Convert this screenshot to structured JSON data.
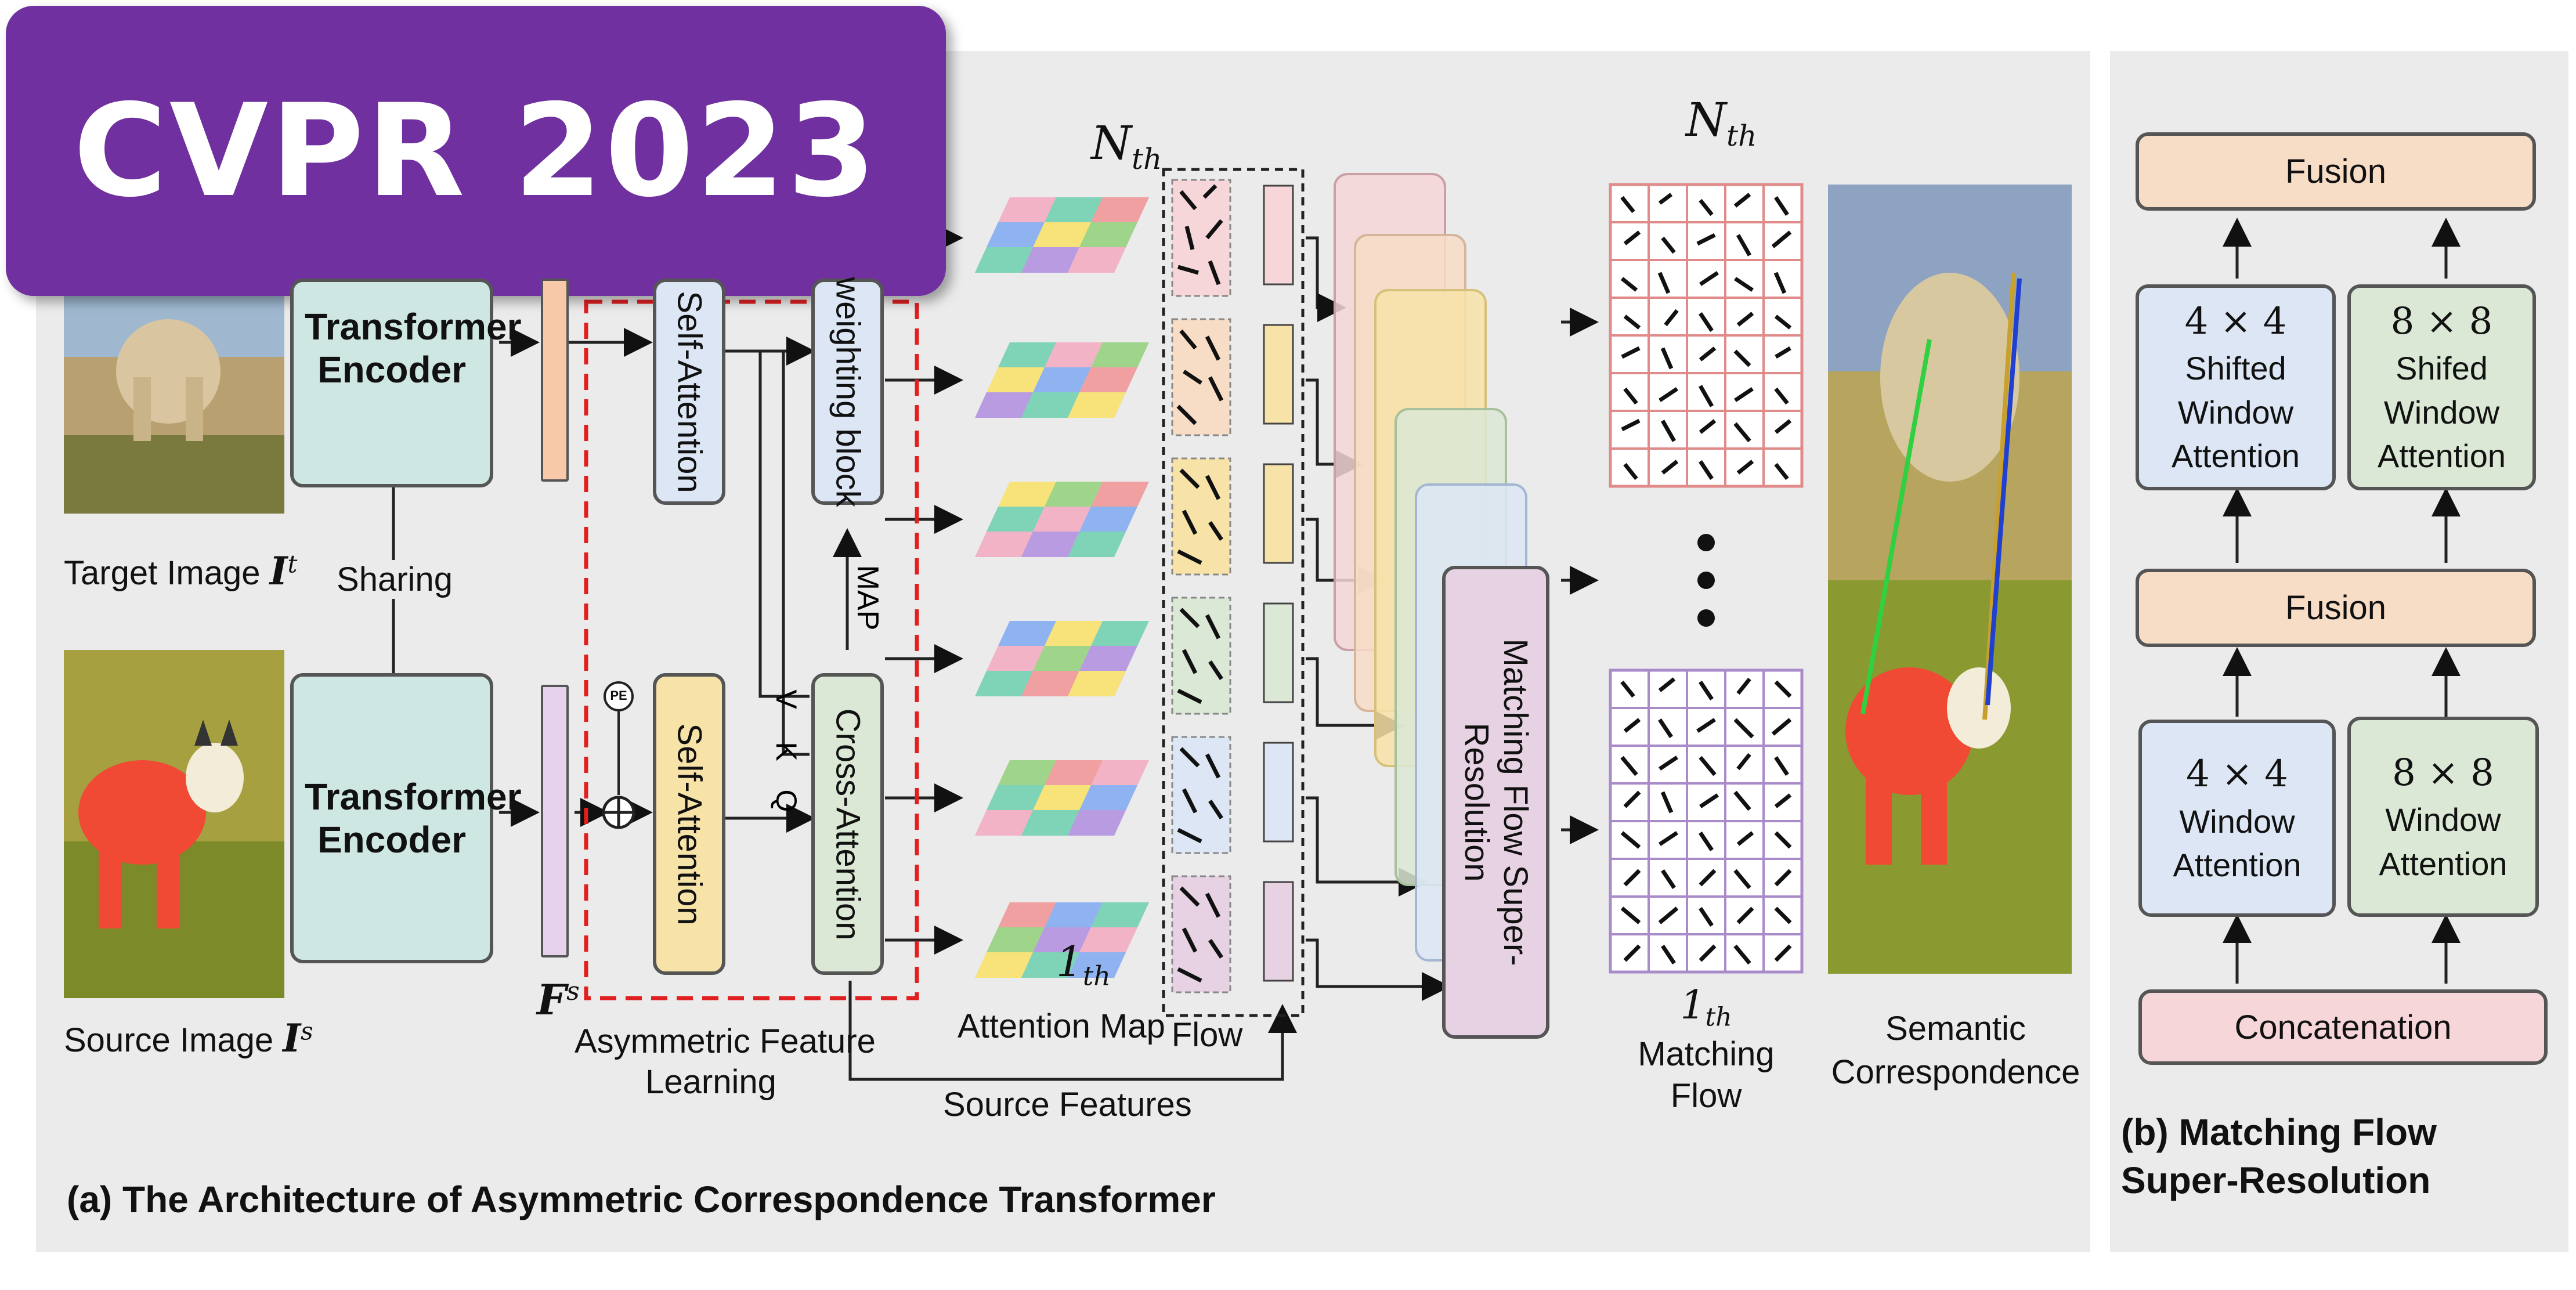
{
  "badge": "CVPR 2023",
  "panel_a": {
    "caption": "(a) The Architecture of Asymmetric Correspondence Transformer",
    "target_label": "Target Image",
    "target_sym": "I",
    "target_sup": "t",
    "source_label": "Source Image",
    "source_sym": "I",
    "source_sup": "s",
    "encoder_top": "Transformer Encoder",
    "encoder_bottom": "Transformer Encoder",
    "sharing": "Sharing",
    "feature_sym": "F",
    "feature_sup": "s",
    "pe": "PE",
    "self_attention_top": "Self-Attention",
    "self_attention_bottom": "Self-Attention",
    "weighting_block": "weighting block",
    "cross_attention": "Cross-Attention",
    "map": "MAP",
    "v": "V",
    "k": "K",
    "q": "Q",
    "afl_line1": "Asymmetric Feature",
    "afl_line2": "Learning",
    "n_th_top": "N",
    "n_th_sub": "th",
    "one_th": "1",
    "one_th_sub": "th",
    "attention_map": "Attention Map",
    "flow": "Flow",
    "source_features": "Source Features",
    "mfsr": "Matching Flow Super-Resolution",
    "n_th_right": "N",
    "n_th_right_sub": "th",
    "one_th_right": "1",
    "one_th_right_sub": "th",
    "matching_flow_1": "Matching",
    "matching_flow_2": "Flow",
    "semantic_1": "Semantic",
    "semantic_2": "Correspondence"
  },
  "panel_b": {
    "caption_1": "(b) Matching Flow",
    "caption_2": "Super-Resolution",
    "fusion_top": "Fusion",
    "fusion_mid": "Fusion",
    "concatenation": "Concatenation",
    "shifted_4_size": "4 × 4",
    "shifted_4_l1": "Shifted Window",
    "shifted_4_l2": "Attention",
    "shifted_8_size": "8 × 8",
    "shifted_8_l1": "Shifed Window",
    "shifted_8_l2": "Attention",
    "window_4_size": "4 × 4",
    "window_4_l1": "Window",
    "window_4_l2": "Attention",
    "window_8_size": "8 × 8",
    "window_8_l1": "Window",
    "window_8_l2": "Attention"
  },
  "colors": {
    "banner": "#7030a0",
    "encoder": "#cfe7e2",
    "self_attention_top": "#dce6f4",
    "self_attention_bottom": "#f7e3a8",
    "cross_attention": "#dbe8d5",
    "mfsr": "#e6d2e2",
    "fusion": "#f7dcc6",
    "concatenation": "#f6d6d8",
    "window_blue": "#dce6f4",
    "window_green": "#dbe8d5",
    "dashed_red": "#e02020"
  }
}
